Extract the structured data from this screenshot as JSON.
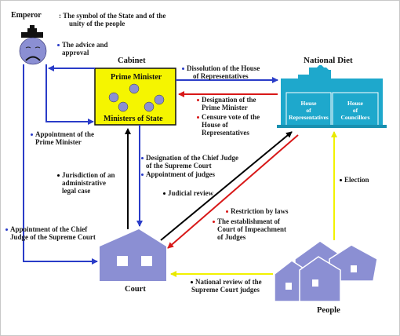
{
  "nodes": {
    "emperor": {
      "title": "Emperor",
      "description": ": The symbol of the State and of the unity of the people",
      "desc_line1": ": The symbol of the State and of the",
      "desc_line2": "unity of the people"
    },
    "cabinet": {
      "title": "Cabinet",
      "prime_minister": "Prime Minister",
      "ministers": "Ministers of State"
    },
    "diet": {
      "title": "National Diet",
      "house_rep": [
        "House",
        "of",
        "Representatives"
      ],
      "house_coun": [
        "House",
        "of",
        "Councillors"
      ]
    },
    "court": {
      "title": "Court"
    },
    "people": {
      "title": "People"
    }
  },
  "edges": {
    "advice": [
      "The advice and",
      "approval"
    ],
    "dissolution": [
      "Dissolution of the House",
      "of Representatives"
    ],
    "designation_pm": [
      "Designation of the",
      "Prime Minister"
    ],
    "censure": [
      "Censure vote of the",
      "House of",
      "Representatives"
    ],
    "appointment_pm": [
      "Appointment of the",
      "Prime Minister"
    ],
    "designation_cj": [
      "Designation of the Chief Judge",
      "of the Supreme Court"
    ],
    "appointment_judges": "Appointment of judges",
    "jurisdiction": [
      "Jurisdiction of an",
      "administrative",
      "legal case"
    ],
    "judicial_review": "Judicial review",
    "election": "Election",
    "restriction": "Restriction by laws",
    "impeachment": [
      "The establishment of",
      "Court of Impeachment",
      "of Judges"
    ],
    "appointment_cj": [
      "Appointment of the Chief",
      "Judge of the Supreme Court"
    ],
    "national_review": [
      "National review of the",
      "Supreme Court judges"
    ]
  },
  "colors": {
    "blue_arrow": "#2a3cc8",
    "red_arrow": "#d81818",
    "black_arrow": "#000000",
    "yellow_arrow": "#f2f200",
    "cabinet_fill": "#f5f500",
    "diet_fill": "#1ea8cc",
    "building_fill": "#8b8fd3"
  }
}
